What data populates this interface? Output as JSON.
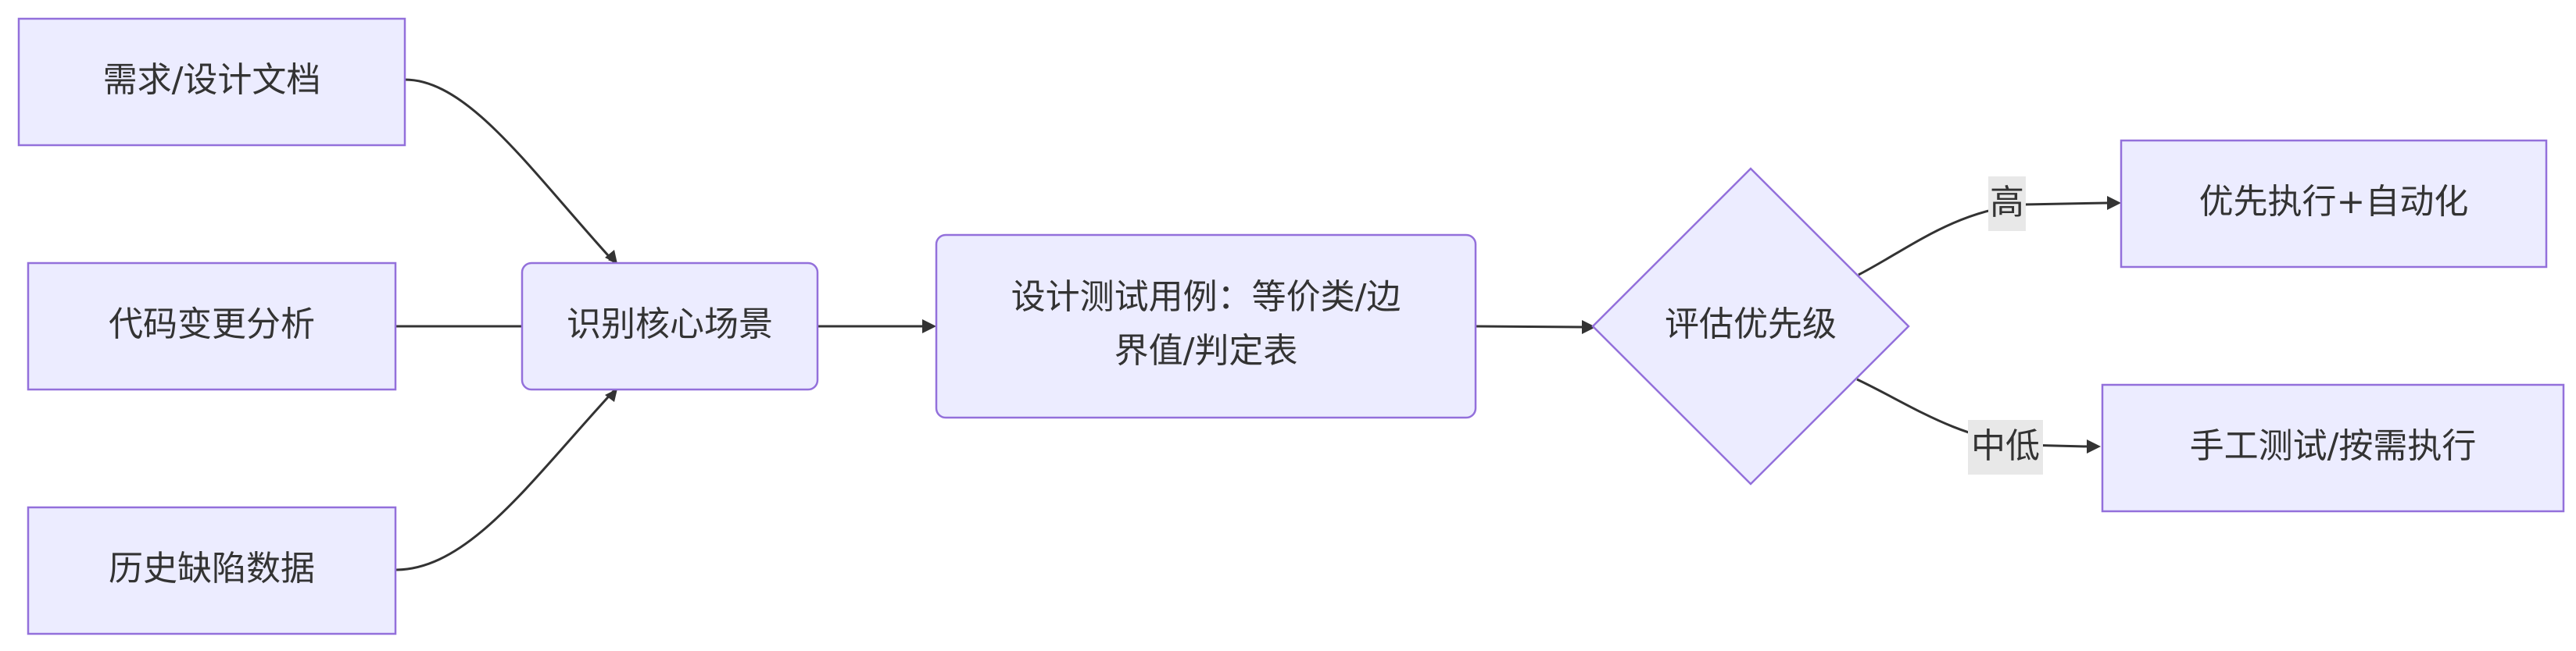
{
  "nodes": {
    "req_docs": "需求/设计文档",
    "code_change": "代码变更分析",
    "defect_history": "历史缺陷数据",
    "identify_scenarios": "识别核心场景",
    "design_cases_line1": "设计测试用例：等价类/边",
    "design_cases_line2": "界值/判定表",
    "evaluate_priority": "评估优先级",
    "priority_exec_auto": "优先执行+自动化",
    "manual_on_demand": "手工测试/按需执行"
  },
  "edge_labels": {
    "high": "高",
    "mid_low": "中低"
  },
  "colors": {
    "node_fill": "#ececff",
    "node_stroke": "#9370db",
    "edge": "#333333",
    "label_bg": "#e8e8e8"
  }
}
